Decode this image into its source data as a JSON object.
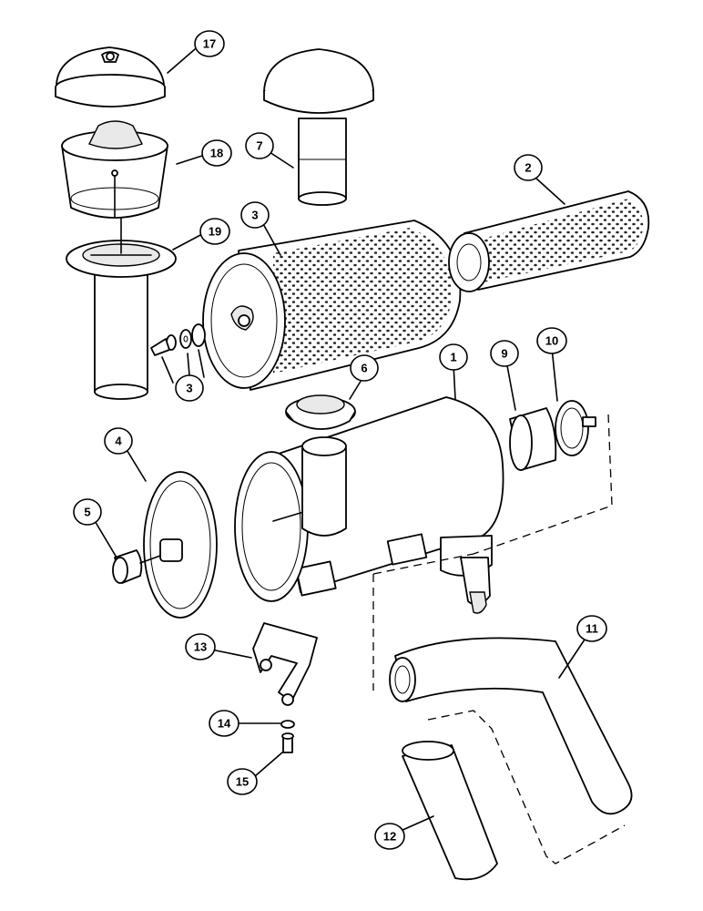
{
  "callouts": [
    {
      "id": "c1",
      "label": "1"
    },
    {
      "id": "c2",
      "label": "2"
    },
    {
      "id": "c3a",
      "label": "3"
    },
    {
      "id": "c3b",
      "label": "3"
    },
    {
      "id": "c4",
      "label": "4"
    },
    {
      "id": "c5",
      "label": "5"
    },
    {
      "id": "c6",
      "label": "6"
    },
    {
      "id": "c7",
      "label": "7"
    },
    {
      "id": "c9",
      "label": "9"
    },
    {
      "id": "c10",
      "label": "10"
    },
    {
      "id": "c11",
      "label": "11"
    },
    {
      "id": "c12",
      "label": "12"
    },
    {
      "id": "c13",
      "label": "13"
    },
    {
      "id": "c14",
      "label": "14"
    },
    {
      "id": "c15",
      "label": "15"
    },
    {
      "id": "c17",
      "label": "17"
    },
    {
      "id": "c18",
      "label": "18"
    },
    {
      "id": "c19",
      "label": "19"
    }
  ]
}
